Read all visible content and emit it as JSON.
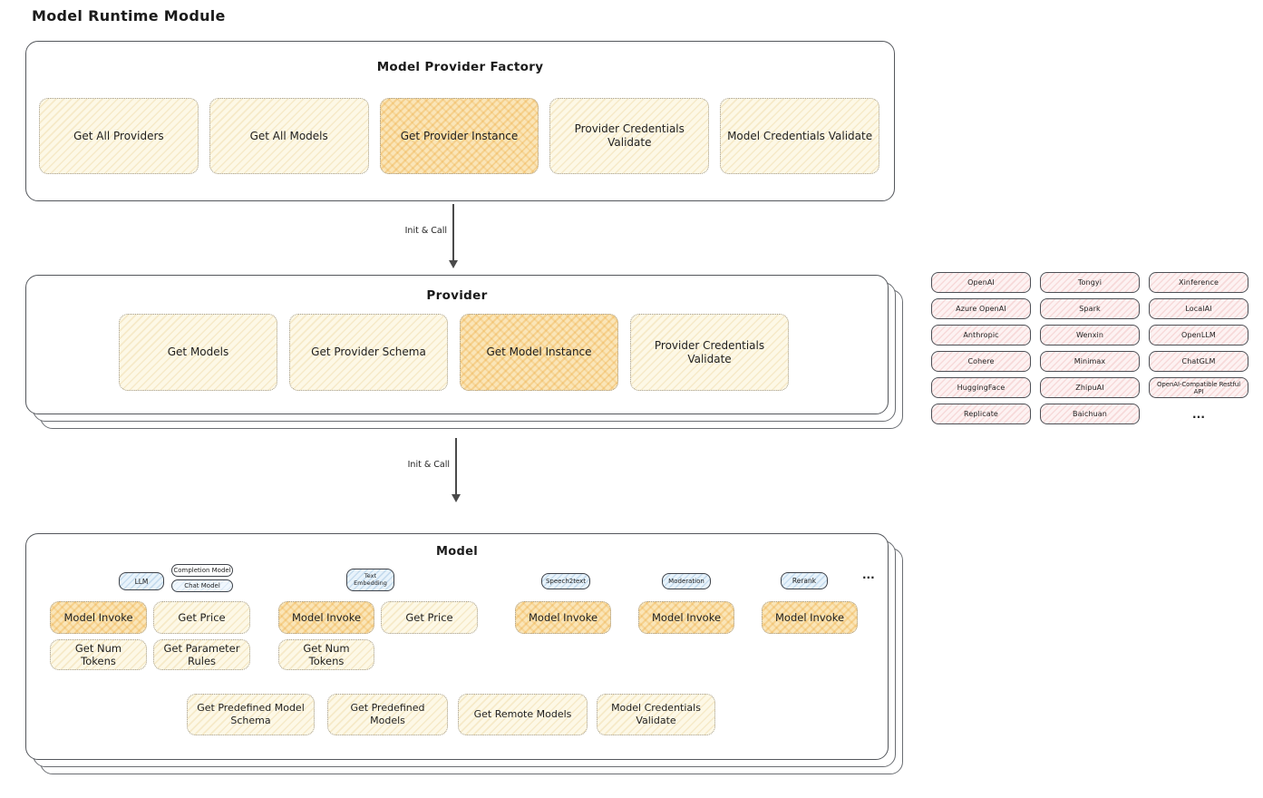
{
  "title": "Model Runtime Module",
  "factory": {
    "title": "Model Provider Factory",
    "buttons": [
      {
        "label": "Get All Providers",
        "highlight": false
      },
      {
        "label": "Get All Models",
        "highlight": false
      },
      {
        "label": "Get Provider Instance",
        "highlight": true
      },
      {
        "label": "Provider Credentials Validate",
        "highlight": false
      },
      {
        "label": "Model Credentials Validate",
        "highlight": false
      }
    ]
  },
  "arrows": [
    {
      "label": "Init & Call"
    },
    {
      "label": "Init & Call"
    }
  ],
  "provider": {
    "title": "Provider",
    "buttons": [
      {
        "label": "Get Models",
        "highlight": false
      },
      {
        "label": "Get Provider Schema",
        "highlight": false
      },
      {
        "label": "Get Model Instance",
        "highlight": true
      },
      {
        "label": "Provider Credentials Validate",
        "highlight": false
      }
    ]
  },
  "chips": {
    "rows": [
      [
        "OpenAI",
        "Tongyi",
        "Xinference"
      ],
      [
        "Azure OpenAI",
        "Spark",
        "LocalAI"
      ],
      [
        "Anthropic",
        "Wenxin",
        "OpenLLM"
      ],
      [
        "Cohere",
        "Minimax",
        "ChatGLM"
      ],
      [
        "HuggingFace",
        "ZhipuAI",
        "OpenAI-Compatible Restful API"
      ],
      [
        "Replicate",
        "Baichuan",
        "..."
      ]
    ]
  },
  "model": {
    "title": "Model",
    "ellipsis": "...",
    "tags": {
      "llm": "LLM",
      "completion_model": "Completion Model",
      "chat_model": "Chat Model",
      "text_embedding": "Text Embedding",
      "speech2text": "Speech2text",
      "moderation": "Moderation",
      "rerank": "Rerank"
    },
    "groups": [
      {
        "buttons": [
          "Model Invoke",
          "Get Price",
          "Get Num Tokens",
          "Get Parameter Rules"
        ]
      },
      {
        "buttons": [
          "Model Invoke",
          "Get Price",
          "Get Num Tokens"
        ]
      },
      {
        "buttons": [
          "Model Invoke"
        ]
      },
      {
        "buttons": [
          "Model Invoke"
        ]
      },
      {
        "buttons": [
          "Model Invoke"
        ]
      }
    ],
    "bottom_buttons": [
      "Get Predefined Model Schema",
      "Get Predefined Models",
      "Get Remote Models",
      "Model Credentials Validate"
    ]
  },
  "colors": {
    "node_cream": "#fdf8e6",
    "node_highlight": "#fae5b8",
    "chip_pink": "#fdf2f2",
    "tag_blue": "#e8f3fb",
    "box_border": "#54575c",
    "text": "#1e1e1e"
  }
}
